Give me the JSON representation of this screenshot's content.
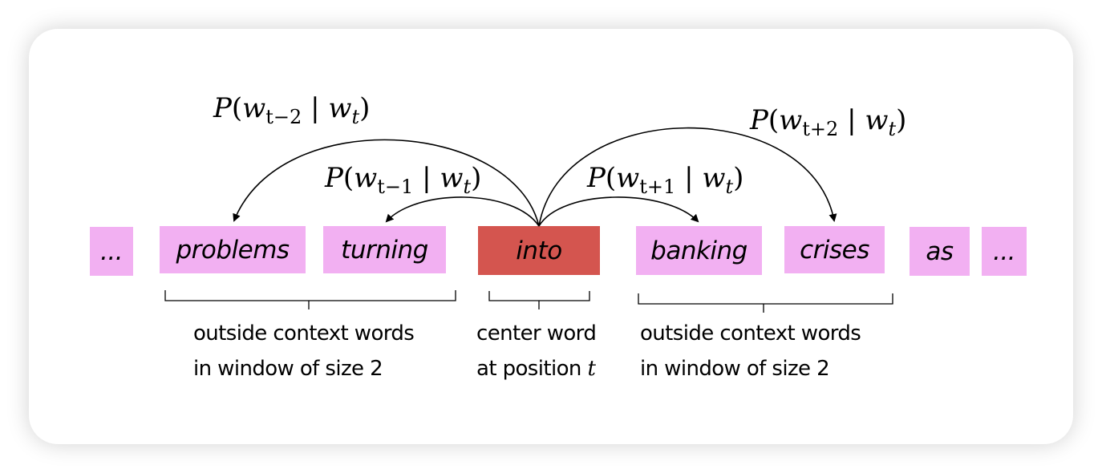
{
  "words": [
    {
      "text": "...",
      "role": "context-far"
    },
    {
      "text": "problems",
      "role": "outside-context"
    },
    {
      "text": "turning",
      "role": "outside-context"
    },
    {
      "text": "into",
      "role": "center"
    },
    {
      "text": "banking",
      "role": "outside-context"
    },
    {
      "text": "crises",
      "role": "outside-context"
    },
    {
      "text": "as",
      "role": "context-far"
    },
    {
      "text": "...",
      "role": "context-far"
    }
  ],
  "probabilities": {
    "t_minus_2": {
      "P": "P",
      "w": "w",
      "sub": "t−2",
      "bar": "|",
      "wt": "w",
      "tsub": "t"
    },
    "t_minus_1": {
      "P": "P",
      "w": "w",
      "sub": "t−1",
      "bar": "|",
      "wt": "w",
      "tsub": "t"
    },
    "t_plus_1": {
      "P": "P",
      "w": "w",
      "sub": "t+1",
      "bar": "|",
      "wt": "w",
      "tsub": "t"
    },
    "t_plus_2": {
      "P": "P",
      "w": "w",
      "sub": "t+2",
      "bar": "|",
      "wt": "w",
      "tsub": "t"
    }
  },
  "captions": {
    "left_line1": "outside context words",
    "left_line2": "in window of size 2",
    "center_line1": "center word",
    "center_line2_prefix": "at position ",
    "center_line2_var": "t",
    "right_line1": "outside context words",
    "right_line2": "in window of size 2"
  },
  "colors": {
    "context_word": "#f2b0f2",
    "center_word": "#d4554f"
  }
}
